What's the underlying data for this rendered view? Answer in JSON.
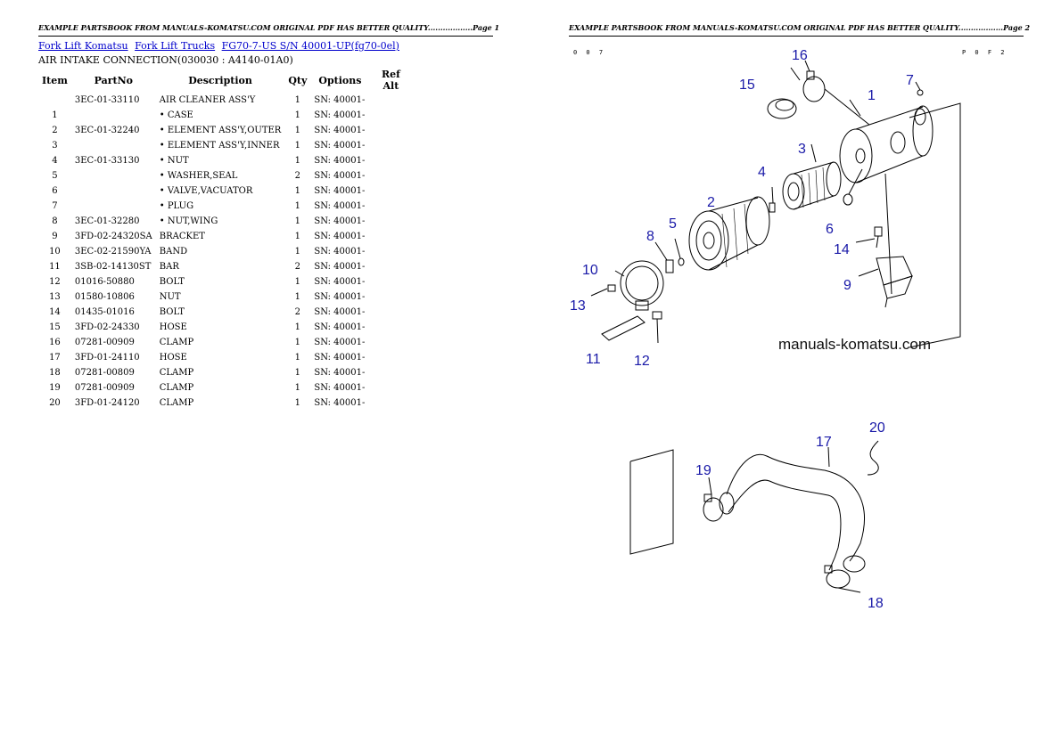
{
  "left_page": {
    "header": "EXAMPLE PARTSBOOK FROM MANUALS-KOMATSU.COM ORIGINAL PDF HAS BETTER QUALITY..................Page 1",
    "breadcrumbs": [
      "Fork Lift Komatsu",
      "Fork Lift Trucks",
      "FG70-7-US S/N 40001-UP(fg70-0el)"
    ],
    "subtitle": "AIR INTAKE CONNECTION(030030 : A4140-01A0)",
    "columns": [
      "Item",
      "PartNo",
      "Description",
      "Qty",
      "Options",
      "Ref Alt"
    ],
    "rows": [
      {
        "item": "",
        "partno": "3EC-01-33110",
        "desc": "AIR CLEANER ASS'Y",
        "qty": "1",
        "opt": "SN: 40001-"
      },
      {
        "item": "1",
        "partno": "",
        "desc": "• CASE",
        "qty": "1",
        "opt": "SN: 40001-"
      },
      {
        "item": "2",
        "partno": "3EC-01-32240",
        "desc": "• ELEMENT ASS'Y,OUTER",
        "qty": "1",
        "opt": "SN: 40001-"
      },
      {
        "item": "3",
        "partno": "",
        "desc": "• ELEMENT ASS'Y,INNER",
        "qty": "1",
        "opt": "SN: 40001-"
      },
      {
        "item": "4",
        "partno": "3EC-01-33130",
        "desc": "• NUT",
        "qty": "1",
        "opt": "SN: 40001-"
      },
      {
        "item": "5",
        "partno": "",
        "desc": "• WASHER,SEAL",
        "qty": "2",
        "opt": "SN: 40001-"
      },
      {
        "item": "6",
        "partno": "",
        "desc": "• VALVE,VACUATOR",
        "qty": "1",
        "opt": "SN: 40001-"
      },
      {
        "item": "7",
        "partno": "",
        "desc": "• PLUG",
        "qty": "1",
        "opt": "SN: 40001-"
      },
      {
        "item": "8",
        "partno": "3EC-01-32280",
        "desc": "• NUT,WING",
        "qty": "1",
        "opt": "SN: 40001-"
      },
      {
        "item": "9",
        "partno": "3FD-02-24320SA",
        "desc": "BRACKET",
        "qty": "1",
        "opt": "SN: 40001-"
      },
      {
        "item": "10",
        "partno": "3EC-02-21590YA",
        "desc": "BAND",
        "qty": "1",
        "opt": "SN: 40001-"
      },
      {
        "item": "11",
        "partno": "3SB-02-14130ST",
        "desc": "BAR",
        "qty": "2",
        "opt": "SN: 40001-"
      },
      {
        "item": "12",
        "partno": "01016-50880",
        "desc": "BOLT",
        "qty": "1",
        "opt": "SN: 40001-"
      },
      {
        "item": "13",
        "partno": "01580-10806",
        "desc": "NUT",
        "qty": "1",
        "opt": "SN: 40001-"
      },
      {
        "item": "14",
        "partno": "01435-01016",
        "desc": "BOLT",
        "qty": "2",
        "opt": "SN: 40001-"
      },
      {
        "item": "15",
        "partno": "3FD-02-24330",
        "desc": "HOSE",
        "qty": "1",
        "opt": "SN: 40001-"
      },
      {
        "item": "16",
        "partno": "07281-00909",
        "desc": "CLAMP",
        "qty": "1",
        "opt": "SN: 40001-"
      },
      {
        "item": "17",
        "partno": "3FD-01-24110",
        "desc": "HOSE",
        "qty": "1",
        "opt": "SN: 40001-"
      },
      {
        "item": "18",
        "partno": "07281-00809",
        "desc": "CLAMP",
        "qty": "1",
        "opt": "SN: 40001-"
      },
      {
        "item": "19",
        "partno": "07281-00909",
        "desc": "CLAMP",
        "qty": "1",
        "opt": "SN: 40001-"
      },
      {
        "item": "20",
        "partno": "3FD-01-24120",
        "desc": "CLAMP",
        "qty": "1",
        "opt": "SN: 40001-"
      }
    ]
  },
  "right_page": {
    "header": "EXAMPLE PARTSBOOK FROM MANUALS-KOMATSU.COM ORIGINAL PDF HAS BETTER QUALITY..................Page 2",
    "corner_left": "0 0 7",
    "corner_right": "P 0 F 2",
    "watermark": "manuals-komatsu.com",
    "callouts": [
      "1",
      "2",
      "3",
      "4",
      "5",
      "6",
      "7",
      "8",
      "9",
      "10",
      "11",
      "12",
      "13",
      "14",
      "15",
      "16",
      "17",
      "18",
      "19",
      "20"
    ]
  }
}
